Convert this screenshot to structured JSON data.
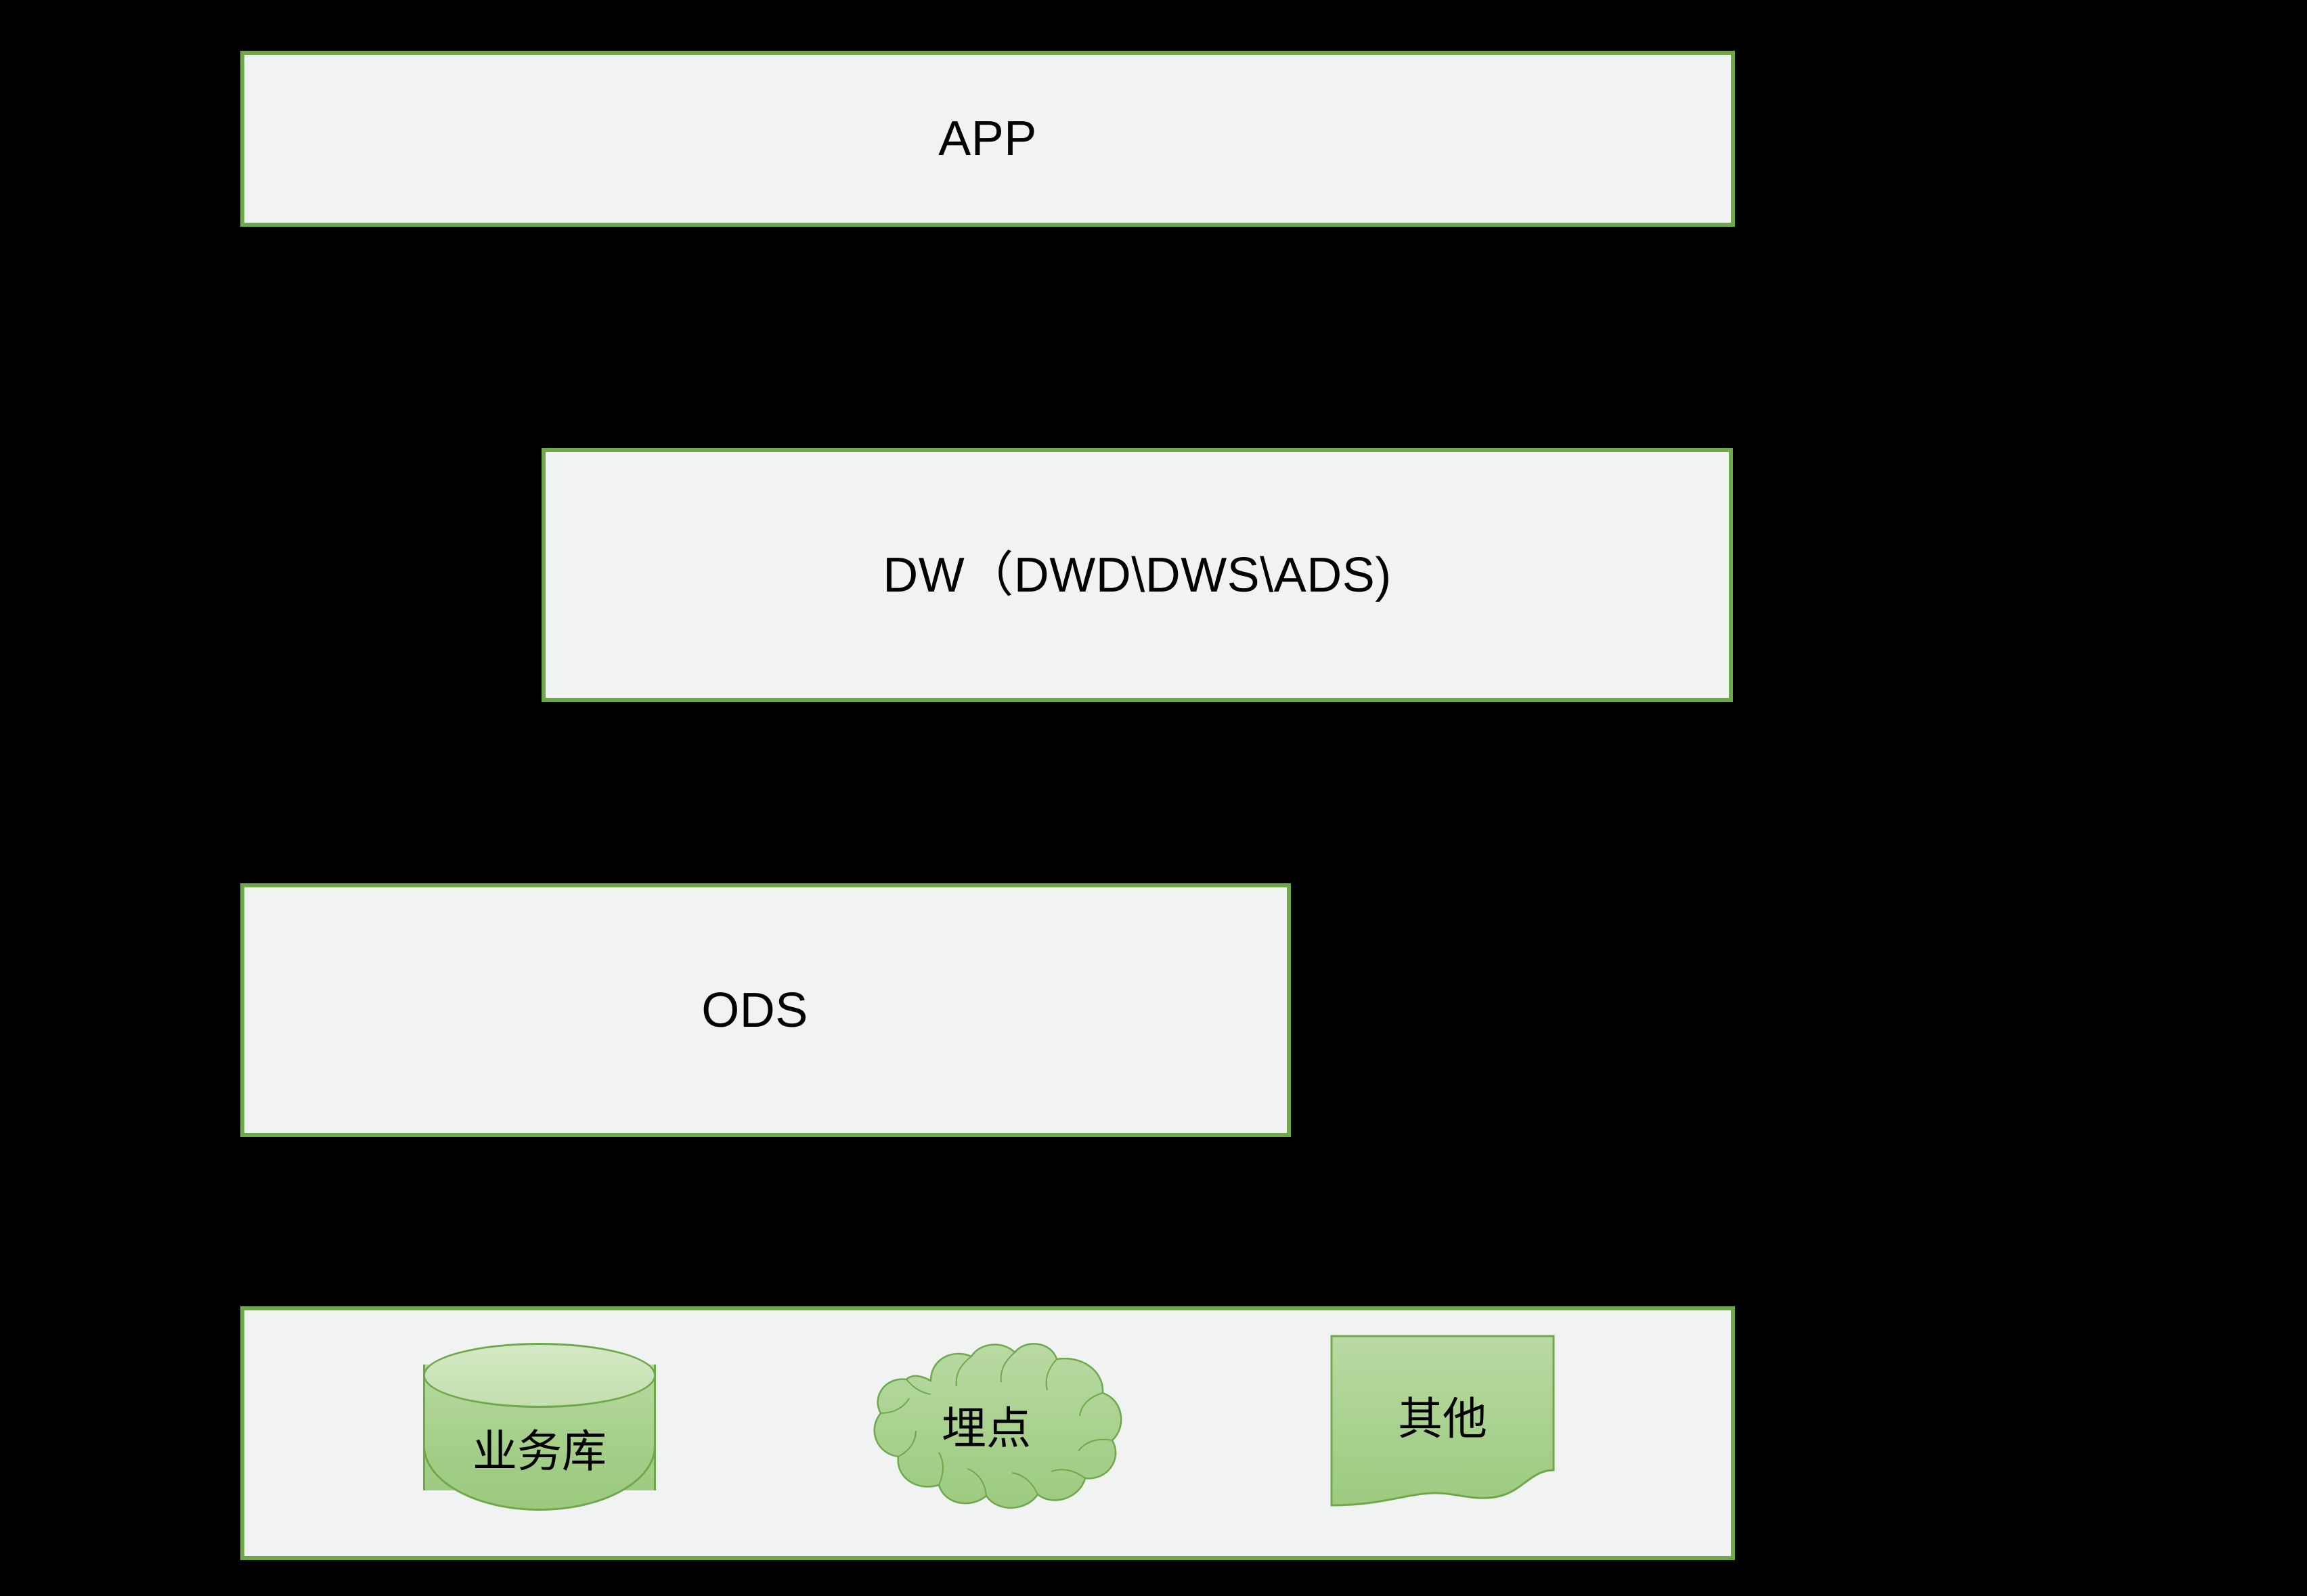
{
  "diagram": {
    "title": "data-warehouse-layers",
    "background_color": "#000000",
    "box_fill": "#F1F2F2",
    "box_border": "#6FA84B",
    "shape_fill": "#A7D08C",
    "shape_border": "#6FA84B"
  },
  "layers": [
    {
      "id": "app",
      "label": "APP"
    },
    {
      "id": "dw",
      "label": "DW（DWD\\DWS\\ADS)"
    },
    {
      "id": "ods",
      "label": "ODS"
    },
    {
      "id": "sources",
      "label": ""
    }
  ],
  "sources": [
    {
      "id": "business-db",
      "label": "业务库",
      "shape": "cylinder"
    },
    {
      "id": "tracking",
      "label": "埋点",
      "shape": "cloud"
    },
    {
      "id": "other",
      "label": "其他",
      "shape": "document"
    }
  ]
}
